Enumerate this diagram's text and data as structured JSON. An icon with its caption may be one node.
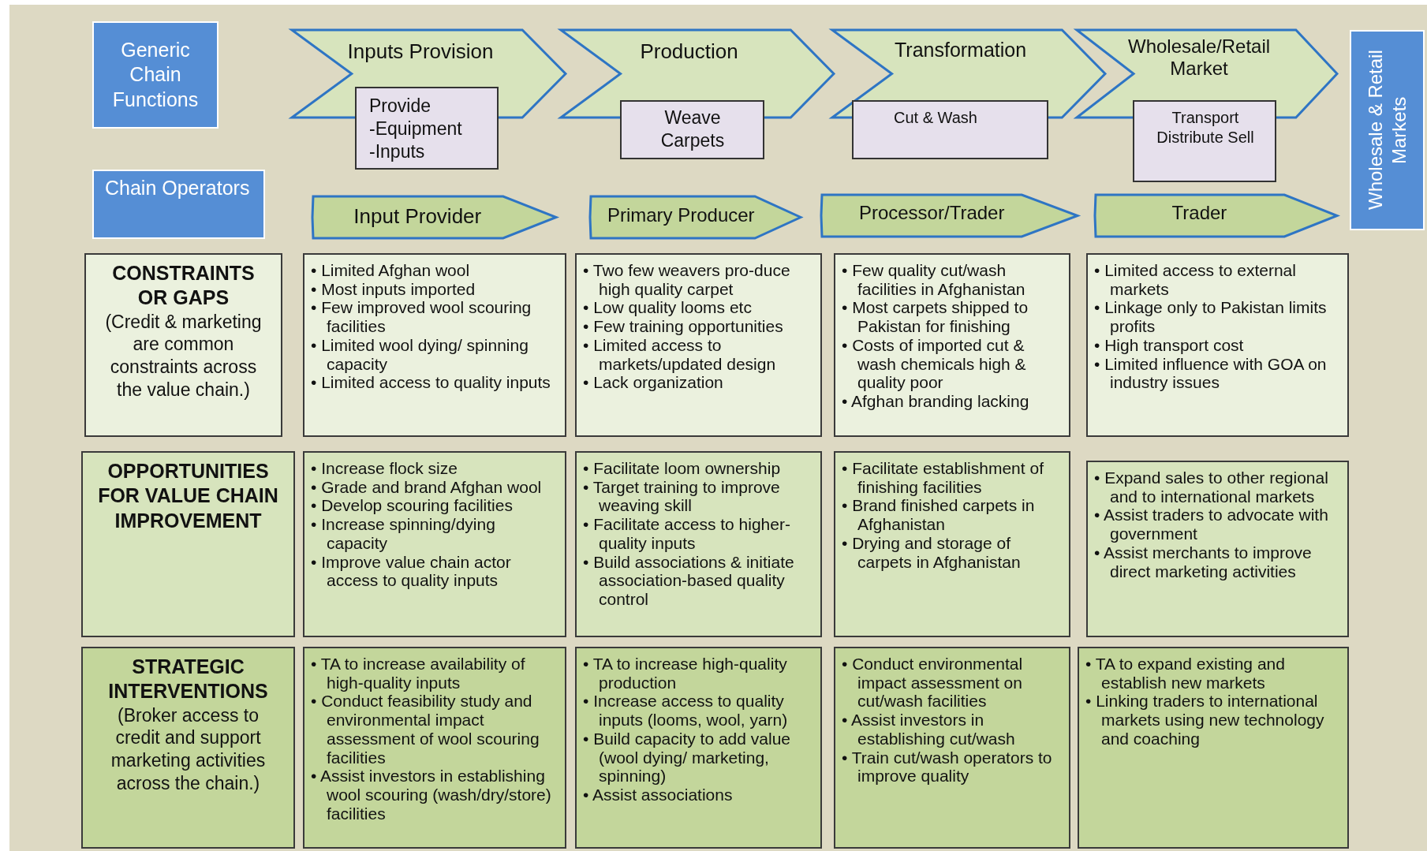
{
  "diagram": {
    "nodes": [
      {
        "text": [
          "Generic Chain Functions"
        ]
      },
      {
        "text": [
          "Inputs Provision"
        ]
      },
      {
        "text": [
          "Provide -Equipment -Inputs"
        ]
      },
      {
        "text": [
          "Production"
        ]
      },
      {
        "text": [
          "Weave Carpets"
        ]
      },
      {
        "text": [
          "Transformation"
        ]
      },
      {
        "text": [
          "Cut & Wash"
        ]
      },
      {
        "text": [
          "Wholesale/Retail Market"
        ]
      },
      {
        "text": [
          "Transport Distribute Sell"
        ]
      },
      {
        "text": [
          "Wholesale & Retail Markets"
        ]
      },
      {
        "text": [
          "Chain Operators"
        ]
      },
      {
        "text": [
          "Input Provider"
        ]
      },
      {
        "text": [
          "Primary Producer"
        ]
      },
      {
        "text": [
          "Processor/Trader"
        ]
      },
      {
        "text": [
          "Trader"
        ]
      },
      {
        "text": [
          "CONSTRAINTS OR GAPS",
          "(Credit & marketing are common constraints across the value chain.)"
        ]
      },
      {
        "text": [
          "• Limited Afghan wool",
          "• Most inputs imported",
          "• Few improved wool scouring facilities",
          "• Limited wool dying/ spinning capacity",
          "• Limited access to quality inputs"
        ]
      },
      {
        "text": [
          "• Two few weavers pro-duce high quality carpet",
          "• Low quality looms etc",
          "• Few training opportunities",
          "• Limited access to markets/updated design",
          "• Lack organization"
        ]
      },
      {
        "text": [
          "• Few quality cut/wash facilities in Afghanistan",
          "• Most carpets shipped to Pakistan for finishing",
          "• Costs of imported cut & wash chemicals high & quality poor",
          "• Afghan branding lacking"
        ]
      },
      {
        "text": [
          "• Limited access to external markets",
          "• Linkage only to Pakistan limits profits",
          "• High transport cost",
          "• Limited influence with GOA on industry issues"
        ]
      },
      {
        "text": [
          "OPPORTUNITIES FOR VALUE CHAIN IMPROVEMENT"
        ]
      },
      {
        "text": [
          "• Increase flock size",
          "• Grade and brand Afghan wool",
          "• Develop scouring facilities",
          "• Increase spinning/dying capacity",
          "• Improve value chain actor access to quality inputs"
        ]
      },
      {
        "text": [
          "• Facilitate loom ownership",
          "• Target training to improve weaving skill",
          "• Facilitate access to higher-quality inputs",
          "• Build associations & initiate association-based quality control"
        ]
      },
      {
        "text": [
          "• Facilitate establishment of finishing facilities",
          "• Brand finished carpets in Afghanistan",
          "• Drying and storage of carpets in Afghanistan"
        ]
      },
      {
        "text": [
          "• Expand sales to other regional and to international markets",
          "• Assist traders to advocate with government",
          "• Assist merchants to improve direct marketing activities"
        ]
      },
      {
        "text": [
          "STRATEGIC INTERVENTIONS",
          "(Broker access to credit and support marketing activities across the chain.)"
        ]
      },
      {
        "text": [
          "• TA to increase availability of high-quality inputs",
          "• Conduct feasibility study  and environmental impact assessment of wool scouring facilities",
          "• Assist investors in establishing wool scouring (wash/dry/store) facilities"
        ]
      },
      {
        "text": [
          "• TA to increase high-quality production",
          "• Increase access to quality inputs (looms,  wool, yarn)",
          "• Build capacity to add value (wool dying/ marketing, spinning)",
          "• Assist associations"
        ]
      },
      {
        "text": [
          "• Conduct environmental impact assessment on cut/wash facilities",
          "• Assist investors in establishing cut/wash",
          "• Train cut/wash operators to improve quality"
        ]
      },
      {
        "text": [
          "• TA to expand existing and establish new markets",
          "• Linking traders to international markets using new technology and coaching"
        ]
      }
    ]
  }
}
